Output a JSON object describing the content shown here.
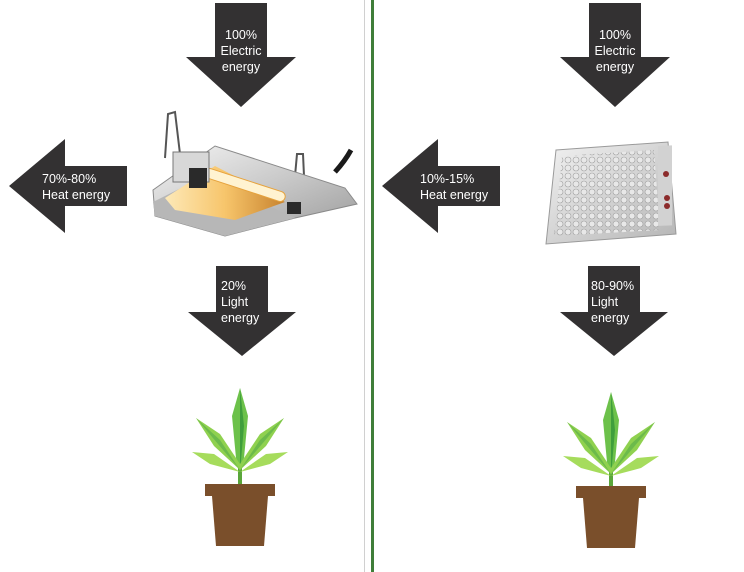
{
  "colors": {
    "arrow_fill": "#333132",
    "divider": "#3f7e39",
    "pot": "#7a4f2b",
    "leaf_light": "#8fd14f",
    "leaf_dark": "#3f9e3c"
  },
  "left": {
    "fixture_icon": "hps-lamp-reflector-icon",
    "top_arrow": {
      "label": "100%\nElectric\nenergy"
    },
    "side_arrow": {
      "label": "70%-80%\nHeat energy"
    },
    "bottom_arrow": {
      "label": "20%\nLight\nenergy"
    },
    "plant_icon": "cannabis-plant-in-pot-icon"
  },
  "right": {
    "fixture_icon": "led-grow-panel-icon",
    "top_arrow": {
      "label": "100%\nElectric\nenergy"
    },
    "side_arrow": {
      "label": "10%-15%\nHeat energy"
    },
    "bottom_arrow": {
      "label": "80-90%\nLight\n energy"
    },
    "plant_icon": "cannabis-plant-in-pot-icon"
  }
}
